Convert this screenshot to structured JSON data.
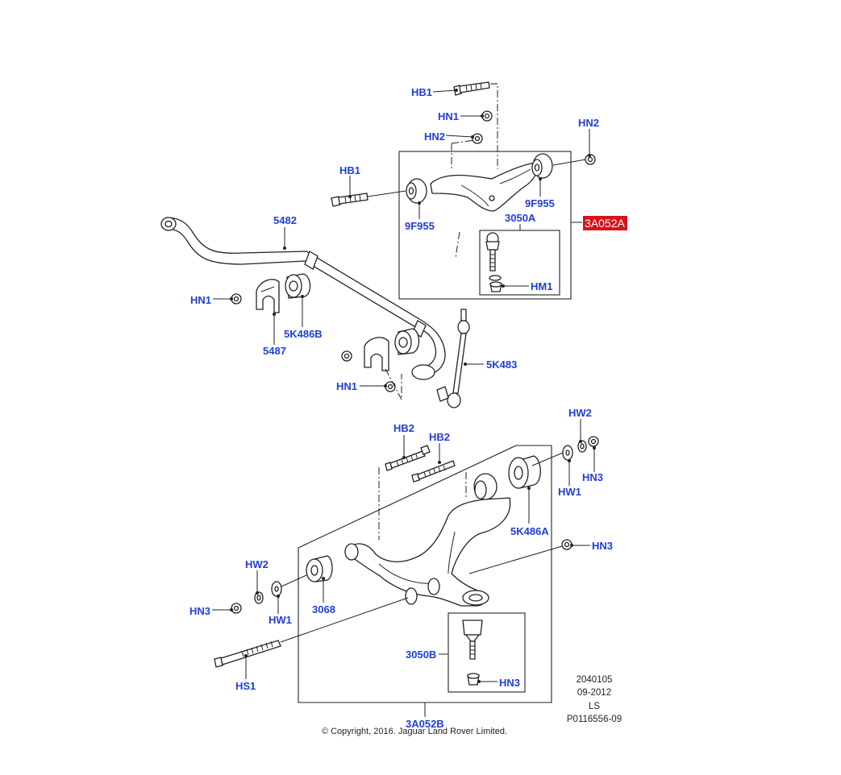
{
  "diagram": {
    "labels": {
      "hb1": "HB1",
      "hn1_top": "HN1",
      "hn2_top": "HN2",
      "hn2_right": "HN2",
      "hb1_left": "HB1",
      "f9955_left": "9F955",
      "f9955_right": "9F955",
      "a3050": "3050A",
      "a3a052": "3A052A",
      "hm1": "HM1",
      "p5482": "5482",
      "hn1_left": "HN1",
      "p5k486b": "5K486B",
      "p5487": "5487",
      "hn1_mid": "HN1",
      "p5k483": "5K483",
      "hb2_a": "HB2",
      "hb2_b": "HB2",
      "hw2_right": "HW2",
      "hn3_right": "HN3",
      "hw1_right": "HW1",
      "p5k486a": "5K486A",
      "hn3_mid": "HN3",
      "hw2_left": "HW2",
      "hn3_left": "HN3",
      "hw1_left": "HW1",
      "p3068": "3068",
      "b3050": "3050B",
      "hn3_low": "HN3",
      "hs1": "HS1",
      "b3a052": "3A052B"
    },
    "highlight_color": "#d8121c",
    "label_color": "#1f3fd6",
    "meta": {
      "line1": "2040105",
      "line2": "09-2012",
      "line3": "LS",
      "line4": "P0116556-09"
    },
    "copyright": "© Copyright, 2016. Jaguar Land Rover Limited."
  }
}
